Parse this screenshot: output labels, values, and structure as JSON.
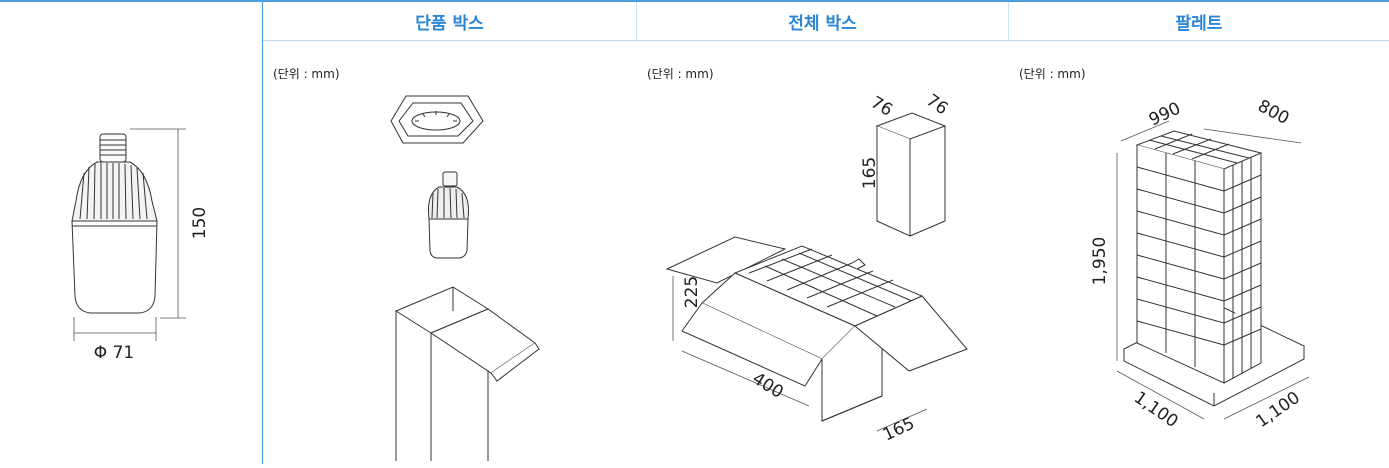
{
  "columns": [
    {
      "key": "product",
      "label": ""
    },
    {
      "key": "single_box",
      "label": "단품 박스"
    },
    {
      "key": "master_box",
      "label": "전체 박스"
    },
    {
      "key": "pallet",
      "label": "팔레트"
    }
  ],
  "unit_label": "(단위 : mm)",
  "product": {
    "height": "150",
    "diameter": "Φ 71"
  },
  "master_box": {
    "single_width": "76",
    "single_depth": "76",
    "single_height": "165",
    "box_height": "225",
    "box_length": "400",
    "box_width": "165"
  },
  "pallet": {
    "width": "990",
    "depth": "800",
    "height": "1,950",
    "base_left": "1,100",
    "base_right": "1,100"
  },
  "colors": {
    "accent": "#2a86d6",
    "rule": "#4a9fe0"
  }
}
